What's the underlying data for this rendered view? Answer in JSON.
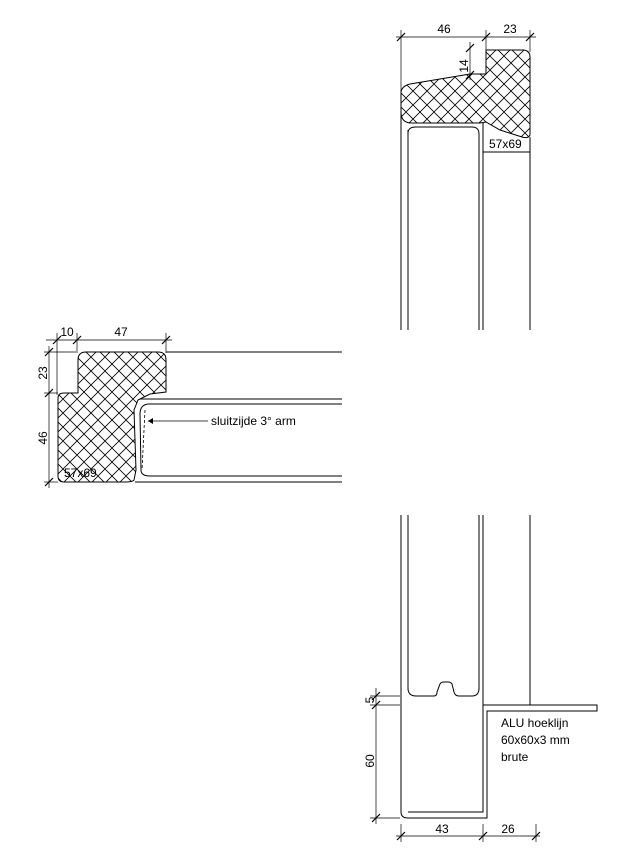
{
  "top_section": {
    "dim_width_a": "46",
    "dim_width_b": "23",
    "dim_rebate": "14",
    "profile_label": "57x69"
  },
  "left_section": {
    "dim_width_a": "10",
    "dim_width_b": "47",
    "dim_height_a": "23",
    "dim_height_b": "46",
    "profile_label": "57x69",
    "callout": "sluitzijde 3° arm"
  },
  "bottom_section": {
    "dim_small": "5",
    "dim_height": "60",
    "dim_width_a": "43",
    "dim_width_b": "26",
    "callout_line1": "ALU hoeklijn",
    "callout_line2": "60x60x3 mm",
    "callout_line3": "brute"
  }
}
